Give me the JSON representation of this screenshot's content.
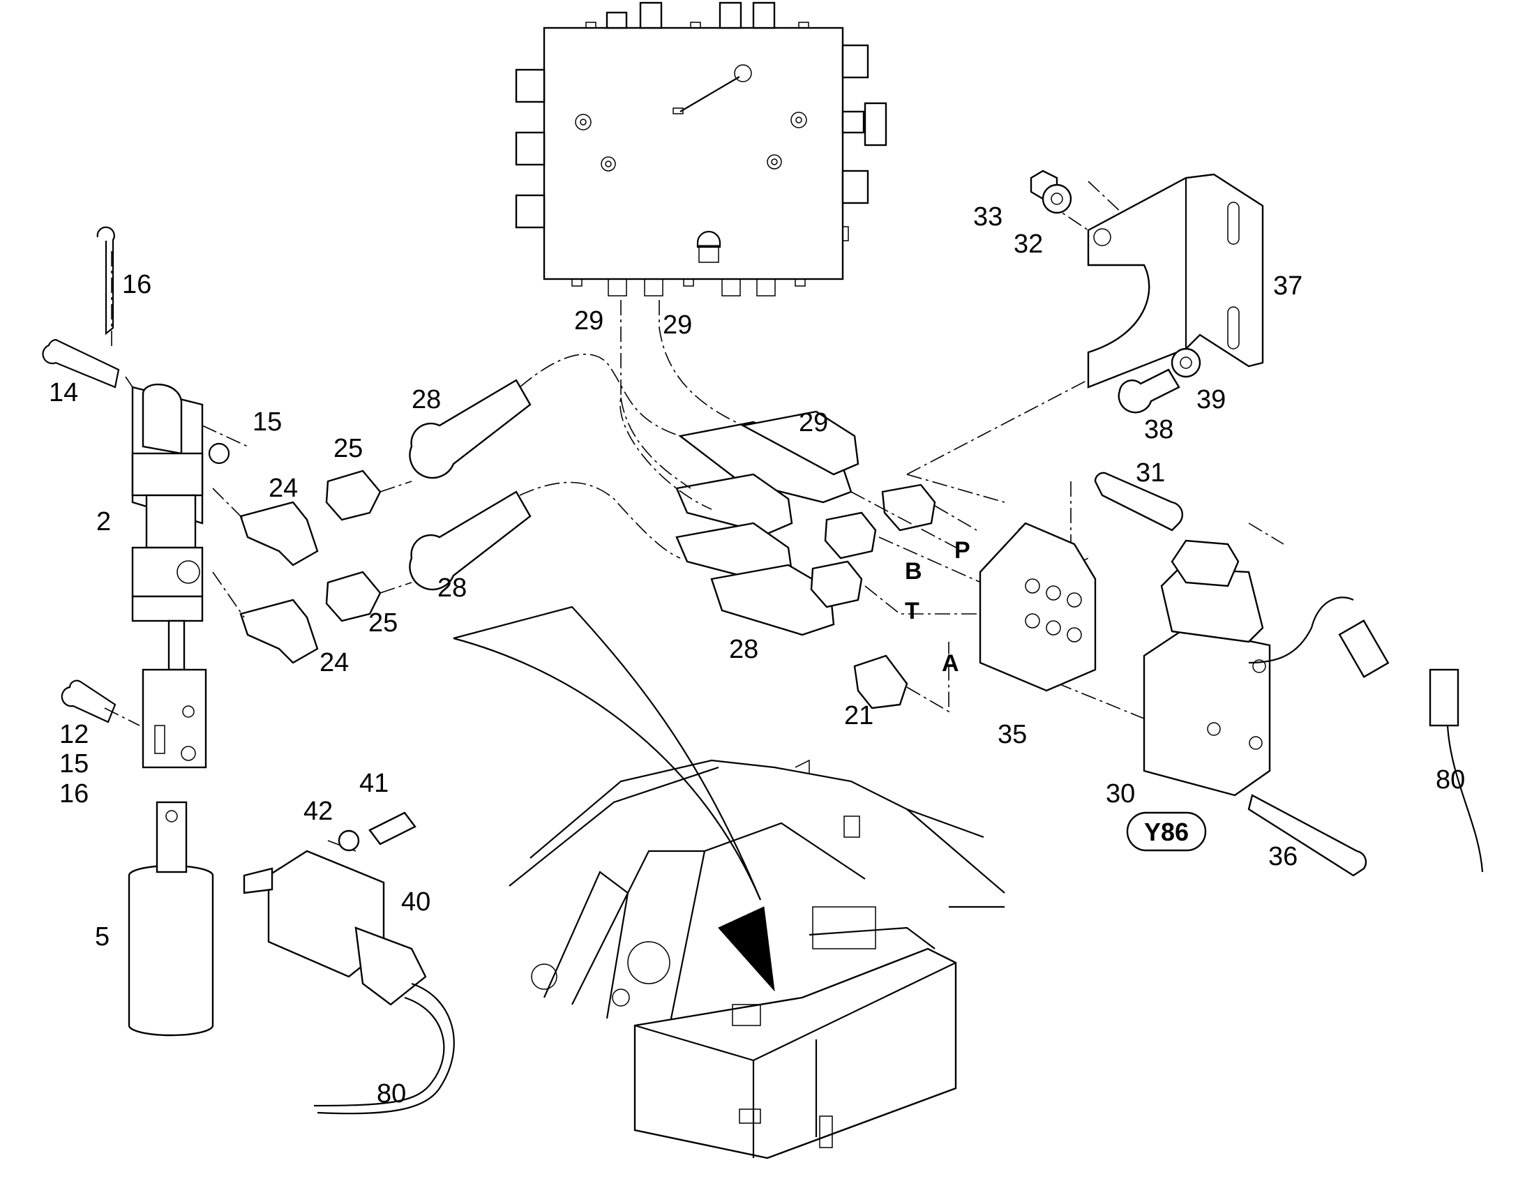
{
  "callouts": {
    "n16a": "16",
    "n14": "14",
    "n15a": "15",
    "n2": "2",
    "n24a": "24",
    "n25a": "25",
    "n28a": "28",
    "n28b": "28",
    "n25b": "25",
    "n24b": "24",
    "n12": "12",
    "n15b": "15",
    "n16b": "16",
    "n5": "5",
    "n42": "42",
    "n41": "41",
    "n40": "40",
    "n80a": "80",
    "n29a": "29",
    "n29b": "29",
    "n29c": "29",
    "n28c": "28",
    "n21": "21",
    "n33": "33",
    "n32": "32",
    "n37": "37",
    "n38": "38",
    "n39": "39",
    "n31": "31",
    "n35": "35",
    "n30": "30",
    "n36": "36",
    "n80b": "80"
  },
  "port_letters": {
    "P": "P",
    "B": "B",
    "T": "T",
    "A": "A"
  },
  "component_tag": "Y86"
}
